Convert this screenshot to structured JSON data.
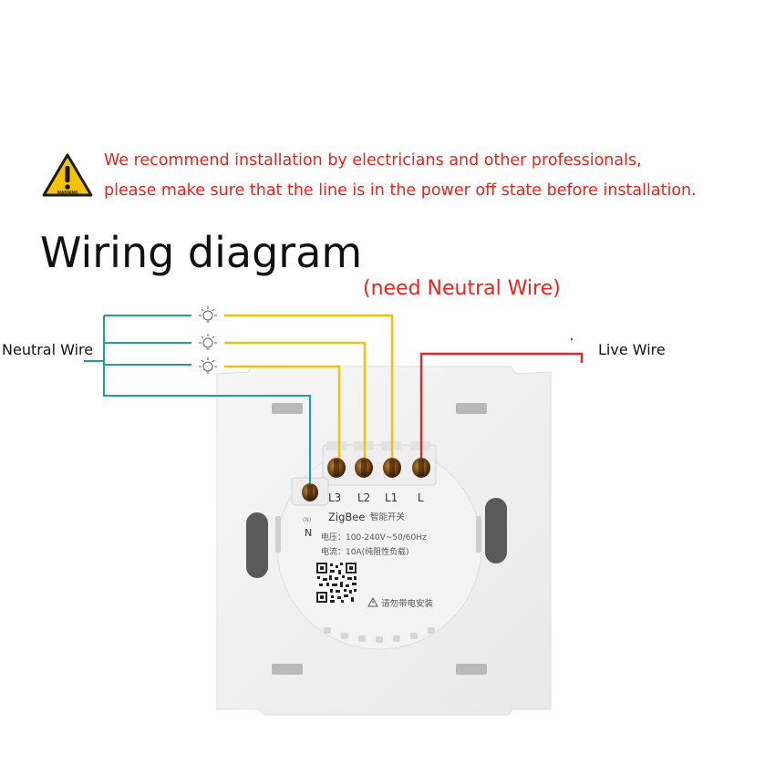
{
  "warning": {
    "icon": "warning-triangle-icon",
    "icon_text": "WARNING",
    "line1": "We recommend installation by electricians and other professionals,",
    "line2": "please make sure that the line is in the power off state before installation.",
    "color": "#e8231c"
  },
  "title": "Wiring diagram",
  "subtitle": "(need Neutral Wire)",
  "labels": {
    "neutral_wire": "Neutral Wire",
    "live_wire": "Live Wire"
  },
  "loads": [
    {
      "icon": "light-bulb-icon"
    },
    {
      "icon": "light-bulb-icon"
    },
    {
      "icon": "light-bulb-icon"
    }
  ],
  "wire_colors": {
    "neutral": "#1aa39a",
    "load": "#f2c200",
    "live": "#e02a2a"
  },
  "terminals": {
    "n": "N",
    "l3": "L3",
    "l2": "L2",
    "l1": "L1",
    "l": "L"
  },
  "module": {
    "brand": "ZigBee",
    "name": "智能开关",
    "voltage": "电压：100-240V~50/60Hz",
    "current": "电流：10A(纯阻性负载)",
    "warning": "请勿带电安装",
    "n_small": "(N)"
  }
}
